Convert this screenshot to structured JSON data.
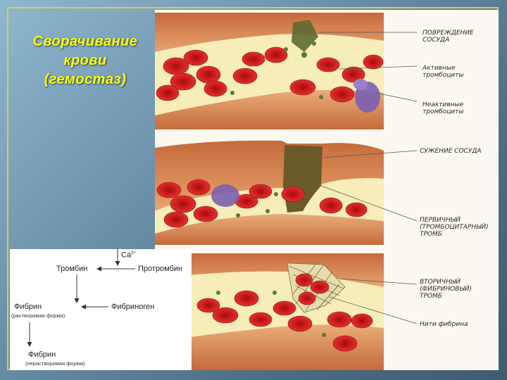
{
  "title": {
    "line1": "Сворачивание",
    "line2": "крови",
    "line3": "(гемостаз)"
  },
  "illustration": {
    "labels": {
      "damage": [
        "ПОВРЕЖДЕНИЕ",
        "СОСУДА"
      ],
      "active_platelets": [
        "Активные",
        "тромбоциты"
      ],
      "inactive_platelets": [
        "Неактивные",
        "тромбоциты"
      ],
      "narrowing": "СУЖЕНИЕ СОСУДА",
      "primary_thrombus": [
        "ПЕРВИЧНЫЙ",
        "(ТРОМБОЦИТАРНЫЙ)",
        "ТРОМБ"
      ],
      "secondary_thrombus": [
        "ВТОРИЧНЫЙ",
        "(ФИБРИНОВЫЙ)",
        "ТРОМБ"
      ],
      "fibrin_threads": "Нити фибрина"
    },
    "colors": {
      "vessel_wall": "#d7834a",
      "blood_cell": "#d11d1d",
      "plasma": "#f6edb8",
      "clot": "#6b5a2a",
      "inactive_platelet": "#7b5fb0"
    }
  },
  "scheme": {
    "ca": "Ca",
    "ca_sup": "2+",
    "thrombin": "Тромбин",
    "prothrombin": "Протромбин",
    "fibrin": "Фибрин",
    "fibrin_soluble": "(растворимая форма)",
    "fibrinogen": "Фибриноген",
    "fibrin2": "Фибрин",
    "fibrin_insoluble": "(нерастворимая форма)"
  }
}
